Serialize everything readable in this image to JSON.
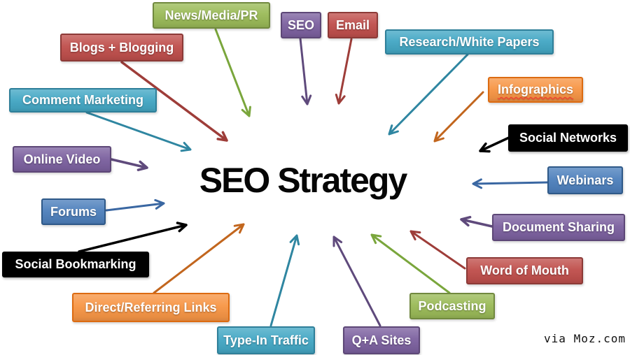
{
  "diagram": {
    "title": "SEO Strategy",
    "attribution": "via Moz.com"
  },
  "palette": {
    "green": {
      "fill": "#9BBB59",
      "border": "#71893F",
      "arrow": "#7AA63C"
    },
    "red": {
      "fill": "#C0504D",
      "border": "#8C3A37",
      "arrow": "#9E3D39"
    },
    "teal": {
      "fill": "#45A8C5",
      "border": "#2E7F99",
      "arrow": "#2F86A1"
    },
    "purple": {
      "fill": "#7D62A0",
      "border": "#5D4777",
      "arrow": "#5F4A7C"
    },
    "blue": {
      "fill": "#4F81BD",
      "border": "#2F5988",
      "arrow": "#3A67A2"
    },
    "orange": {
      "fill": "#F79646",
      "border": "#DC6B11",
      "arrow": "#C2661E"
    },
    "black": {
      "fill": "#000000",
      "border": "#000000",
      "arrow": "#000000"
    }
  },
  "nodes": [
    {
      "id": "news-media-pr",
      "label": "News/Media/PR",
      "color": "green"
    },
    {
      "id": "blogs-blogging",
      "label": "Blogs + Blogging",
      "color": "red"
    },
    {
      "id": "comment-marketing",
      "label": "Comment Marketing",
      "color": "teal"
    },
    {
      "id": "online-video",
      "label": "Online Video",
      "color": "purple"
    },
    {
      "id": "seo",
      "label": "SEO",
      "color": "purple"
    },
    {
      "id": "email",
      "label": "Email",
      "color": "red"
    },
    {
      "id": "research-white-papers",
      "label": "Research/White Papers",
      "color": "teal"
    },
    {
      "id": "infographics",
      "label": "Infographics",
      "color": "orange"
    },
    {
      "id": "social-networks",
      "label": "Social Networks",
      "color": "black"
    },
    {
      "id": "webinars",
      "label": "Webinars",
      "color": "blue"
    },
    {
      "id": "document-sharing",
      "label": "Document Sharing",
      "color": "purple"
    },
    {
      "id": "word-of-mouth",
      "label": "Word of Mouth",
      "color": "red"
    },
    {
      "id": "podcasting",
      "label": "Podcasting",
      "color": "green"
    },
    {
      "id": "qa-sites",
      "label": "Q+A Sites",
      "color": "purple"
    },
    {
      "id": "type-in-traffic",
      "label": "Type-In Traffic",
      "color": "teal"
    },
    {
      "id": "direct-referring-links",
      "label": "Direct/Referring Links",
      "color": "orange"
    },
    {
      "id": "social-bookmarking",
      "label": "Social Bookmarking",
      "color": "black"
    },
    {
      "id": "forums",
      "label": "Forums",
      "color": "blue"
    }
  ]
}
